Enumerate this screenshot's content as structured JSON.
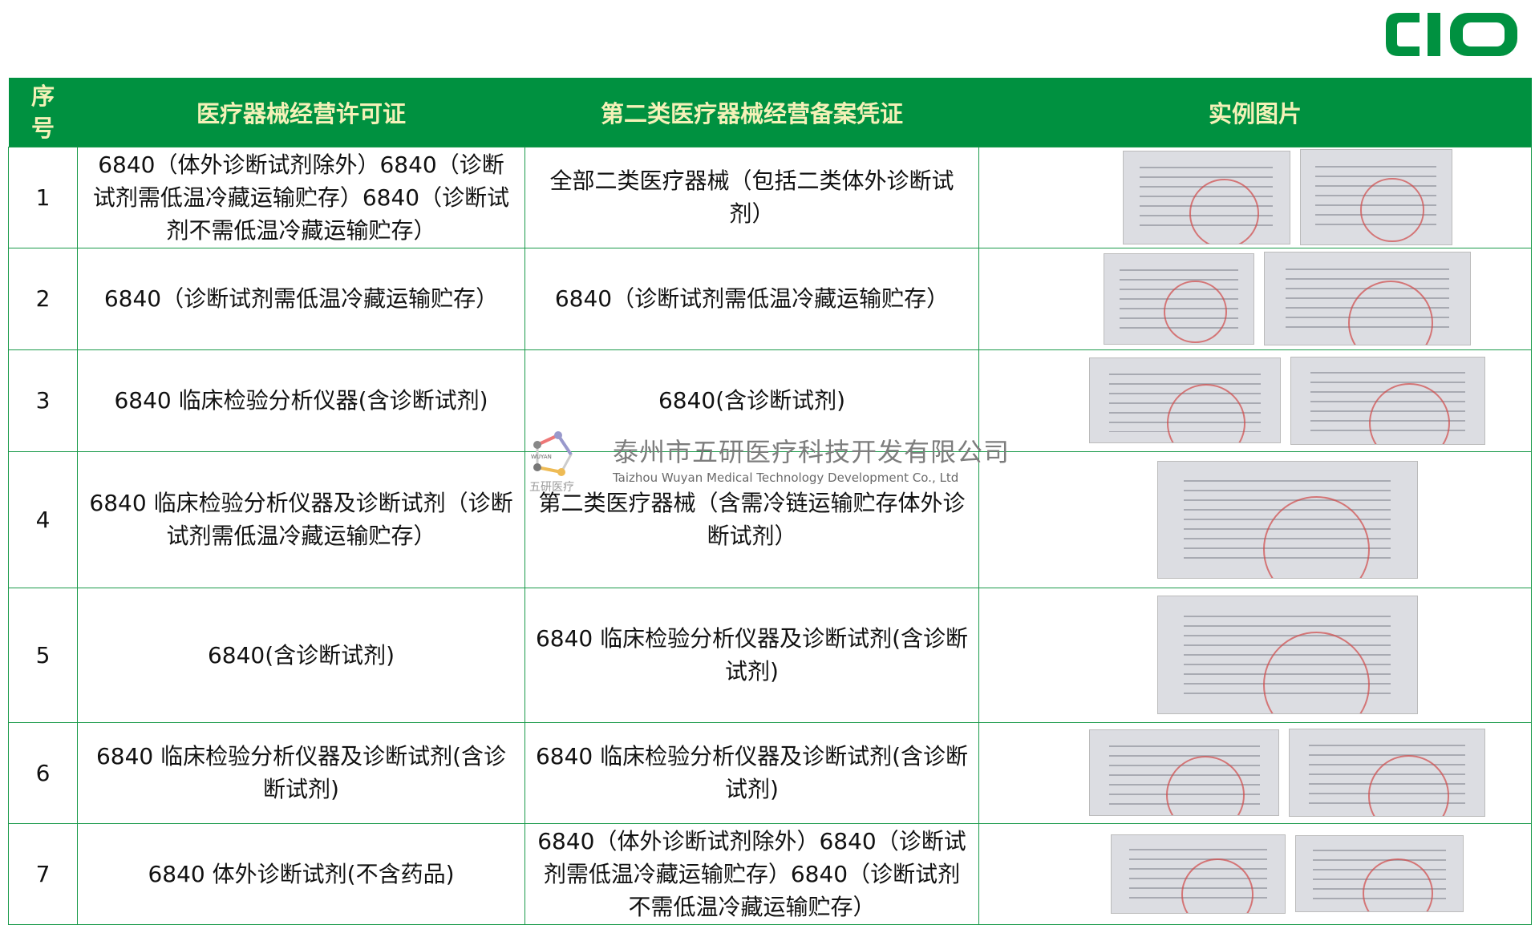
{
  "logo": {
    "text": "CIO",
    "color": "#009140"
  },
  "header": {
    "no": "序号",
    "license": "医疗器械经营许可证",
    "filing": "第二类医疗器械经营备案凭证",
    "example": "实例图片"
  },
  "rows": [
    {
      "no": "1",
      "license": "6840（体外诊断试剂除外）6840（诊断试剂需低温冷藏运输贮存）6840（诊断试剂不需低温冷藏运输贮存）",
      "filing": "全部二类医疗器械（包括二类体外诊断试剂）"
    },
    {
      "no": "2",
      "license": "6840（诊断试剂需低温冷藏运输贮存）",
      "filing": "6840（诊断试剂需低温冷藏运输贮存）"
    },
    {
      "no": "3",
      "license": "6840 临床检验分析仪器(含诊断试剂)",
      "filing": "6840(含诊断试剂)"
    },
    {
      "no": "4",
      "license": "6840 临床检验分析仪器及诊断试剂（诊断试剂需低温冷藏运输贮存）",
      "filing": "第二类医疗器械（含需冷链运输贮存体外诊断试剂）"
    },
    {
      "no": "5",
      "license": "6840(含诊断试剂)",
      "filing": "6840 临床检验分析仪器及诊断试剂(含诊断试剂)"
    },
    {
      "no": "6",
      "license": "6840 临床检验分析仪器及诊断试剂(含诊断试剂)",
      "filing": "6840 临床检验分析仪器及诊断试剂(含诊断试剂)"
    },
    {
      "no": "7",
      "license": "6840 体外诊断试剂(不含药品)",
      "filing": "6840（体外诊断试剂除外）6840（诊断试剂需低温冷藏运输贮存）6840（诊断试剂不需低温冷藏运输贮存）"
    }
  ],
  "watermark": {
    "company_cn": "泰州市五研医疗科技开发有限公司",
    "company_en": "Taizhou Wuyan Medical Technology Development Co., Ltd",
    "sub": "五研医疗",
    "icon_text": "WUYAN"
  }
}
